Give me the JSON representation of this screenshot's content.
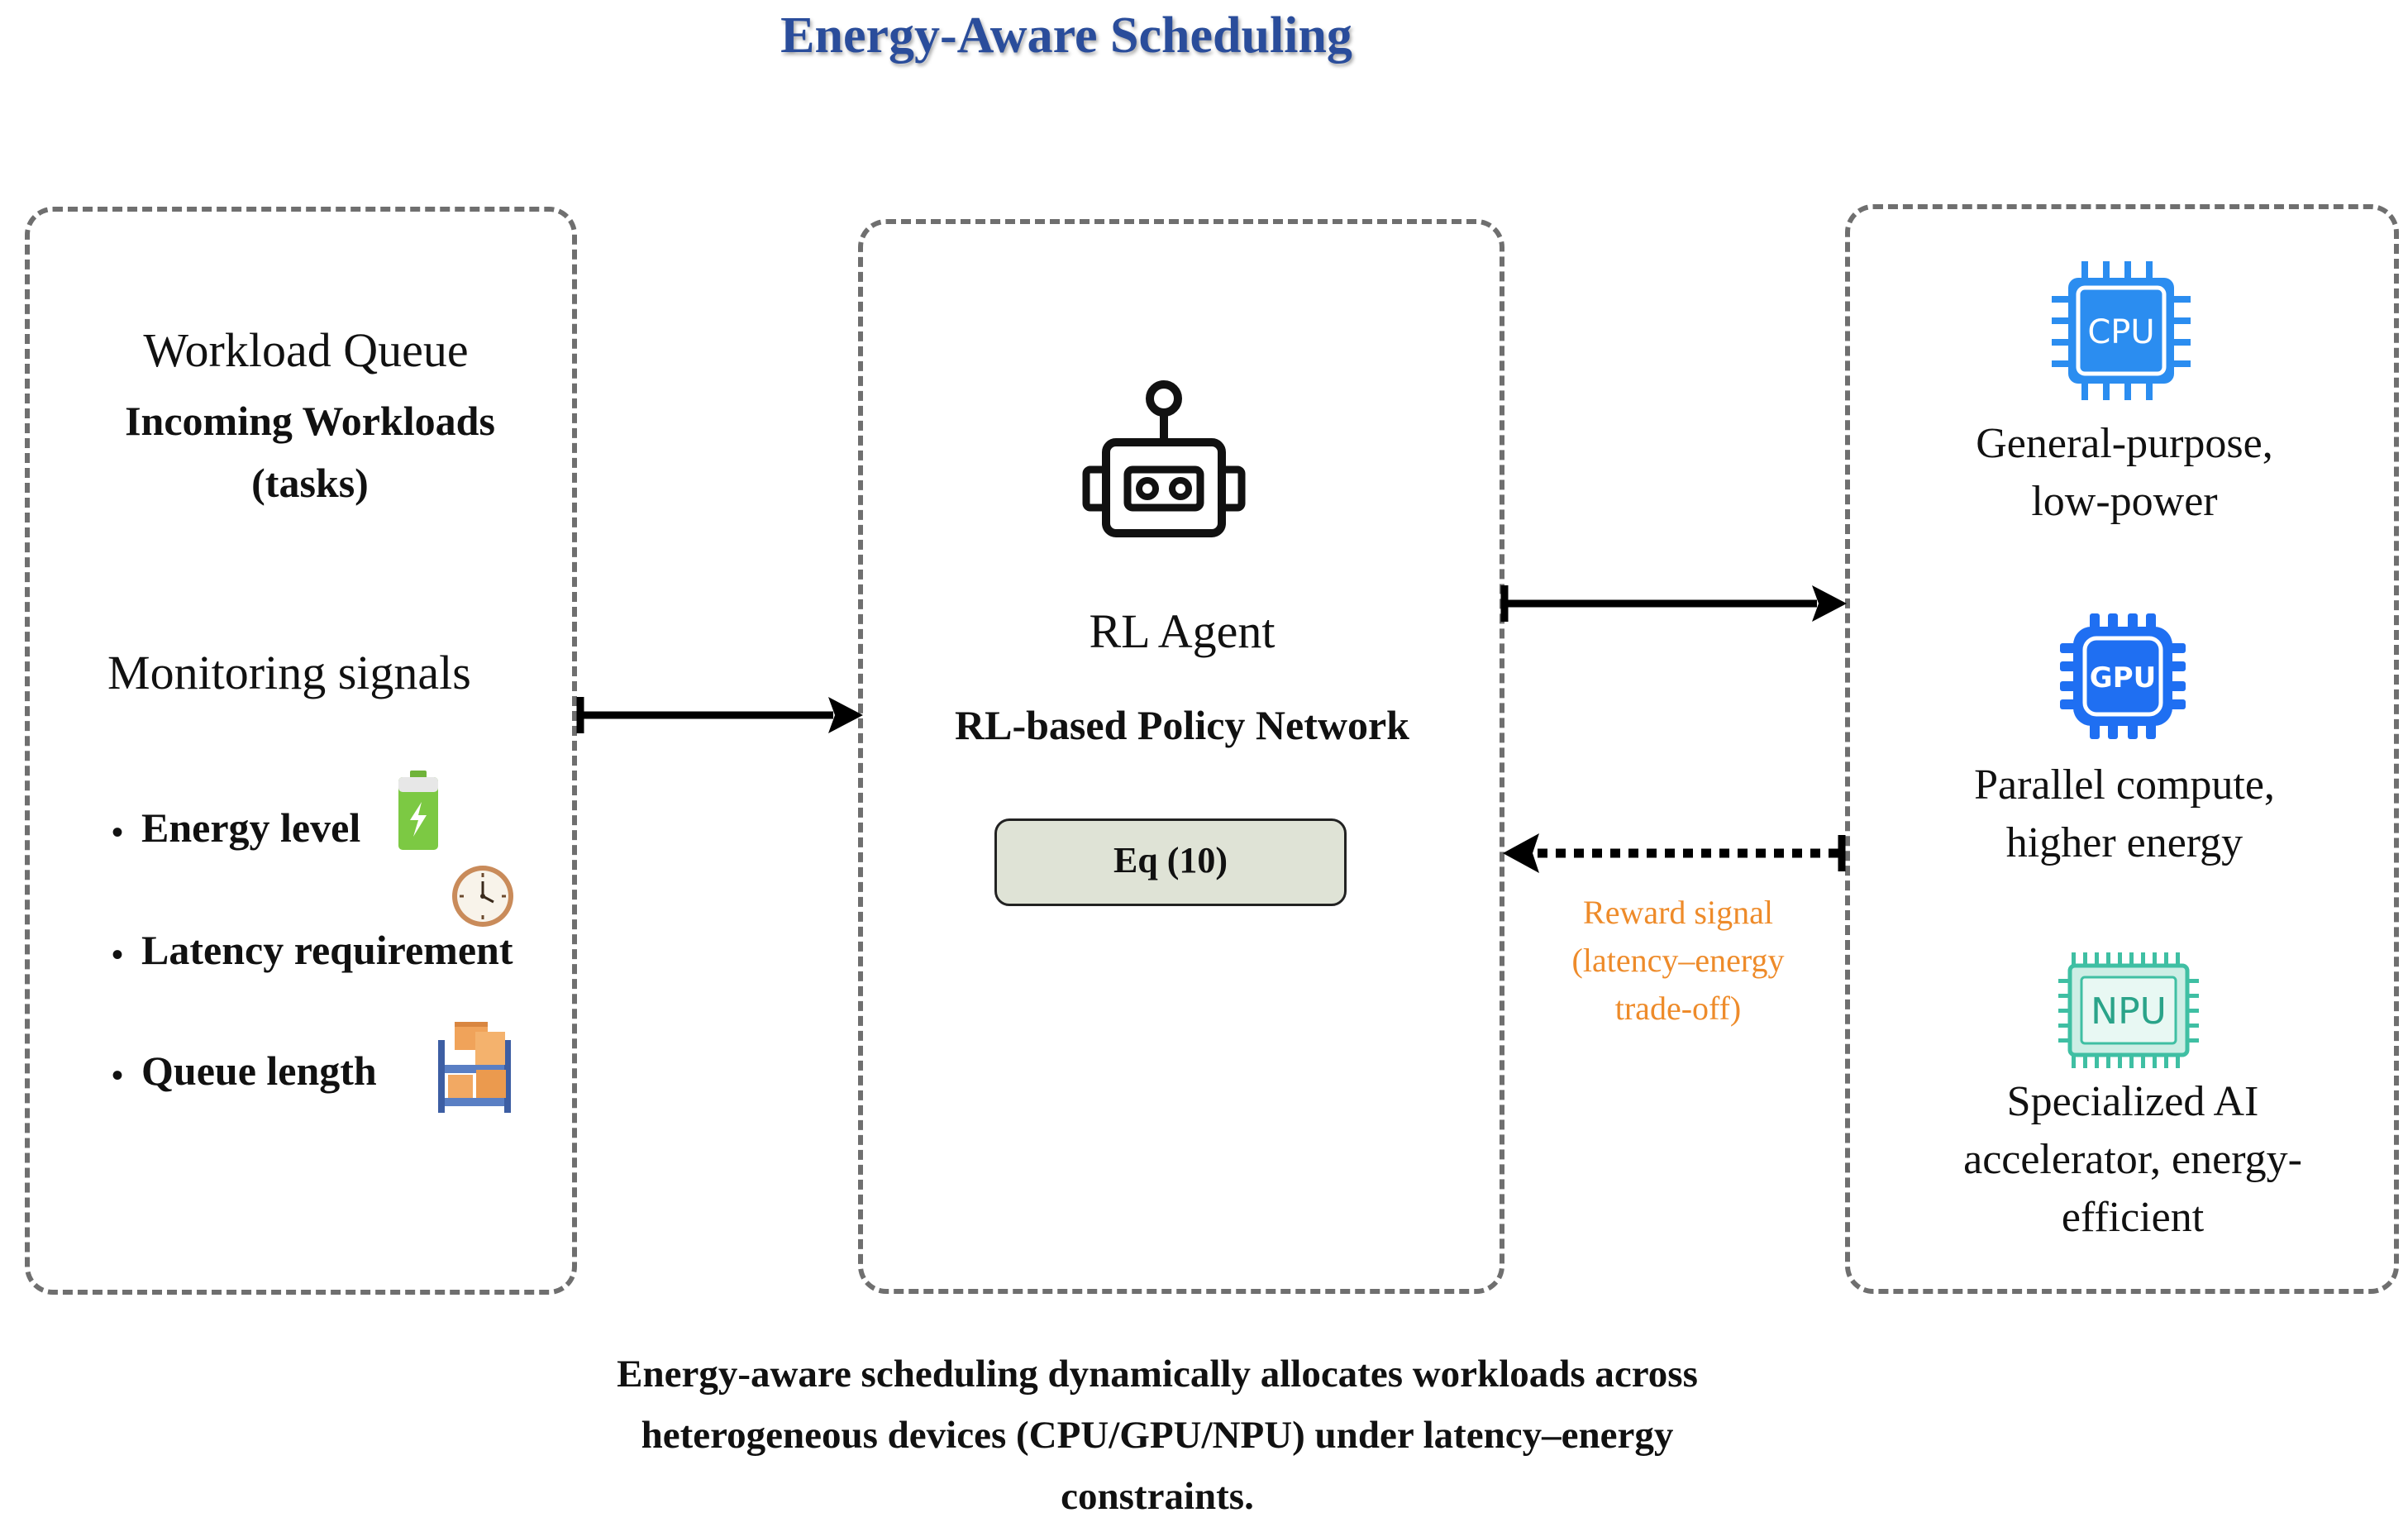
{
  "title": "Energy-Aware Scheduling",
  "left_panel": {
    "heading": "Workload Queue",
    "subheading_line1": "Incoming Workloads",
    "subheading_line2": "(tasks)",
    "signals_heading": "Monitoring signals",
    "bullets": [
      {
        "label": "Energy level",
        "icon": "battery-icon"
      },
      {
        "label": "Latency requirement",
        "icon": "clock-icon"
      },
      {
        "label": "Queue length",
        "icon": "warehouse-shelf-icon"
      }
    ]
  },
  "center_panel": {
    "icon": "robot-icon",
    "heading": "RL Agent",
    "subheading": "RL-based Policy Network",
    "equation_label": "Eq (10)"
  },
  "reward": {
    "line1": "Reward signal",
    "line2": "(latency–energy",
    "line3": "trade-off)"
  },
  "devices": [
    {
      "chip": "CPU",
      "icon": "cpu-chip-icon",
      "line1": "General-purpose,",
      "line2": "low-power",
      "line3": ""
    },
    {
      "chip": "GPU",
      "icon": "gpu-chip-icon",
      "line1": "Parallel compute,",
      "line2": "higher energy",
      "line3": ""
    },
    {
      "chip": "NPU",
      "icon": "npu-chip-icon",
      "line1": "Specialized AI",
      "line2": "accelerator, energy-",
      "line3": "efficient"
    }
  ],
  "caption": {
    "line1": "Energy-aware scheduling dynamically allocates workloads across",
    "line2": "heterogeneous devices (CPU/GPU/NPU) under latency–energy",
    "line3": "constraints."
  },
  "colors": {
    "title": "#2a4d9b",
    "panel_border": "#6f6f6f",
    "reward_text": "#ee8b2a",
    "equation_fill": "#dfe3d6",
    "cpu_blue": "#2b8df0",
    "gpu_blue": "#1f6ff2",
    "npu_teal": "#3fbfa3",
    "battery_green": "#7cc943"
  }
}
